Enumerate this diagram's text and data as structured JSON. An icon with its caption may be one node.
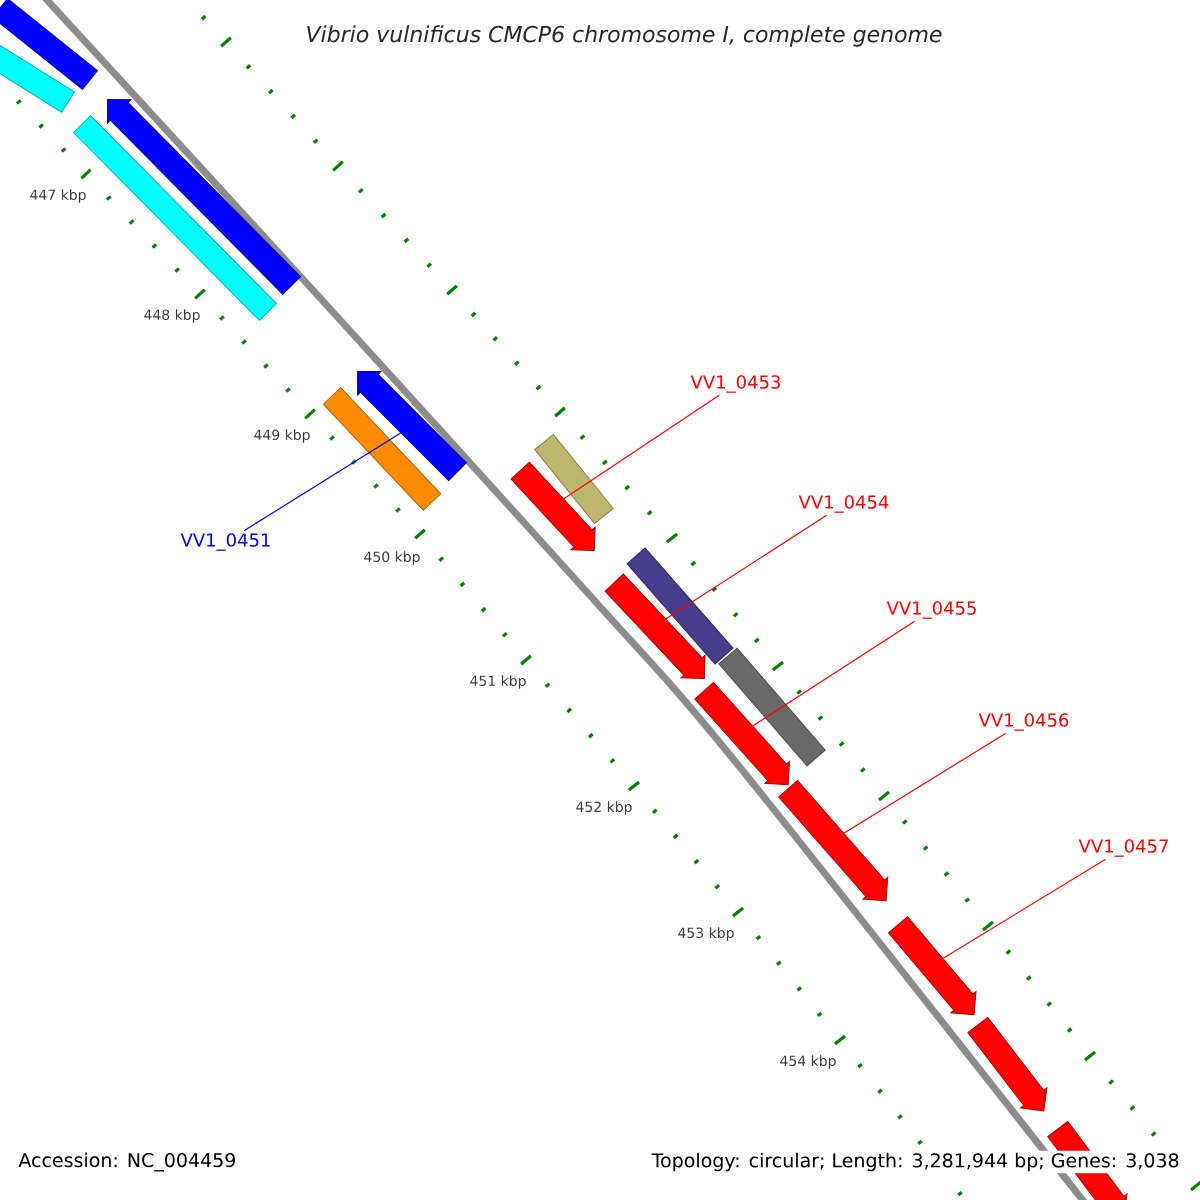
{
  "diagram": {
    "title": "Vibrio vulnificus CMCP6 chromosome I, complete genome",
    "nodes": [
      {
        "text": [],
        "shape": "bar"
      },
      {
        "text": [],
        "shape": "bar"
      },
      {
        "text": [],
        "shape": "arrow"
      },
      {
        "text": [],
        "shape": "bar"
      },
      {
        "text": [],
        "shape": "arrow"
      },
      {
        "text": [],
        "shape": "bar"
      },
      {
        "text": [],
        "shape": "bar"
      },
      {
        "text": [],
        "shape": "arrow"
      },
      {
        "text": [],
        "shape": "bar"
      },
      {
        "text": [],
        "shape": "arrow"
      },
      {
        "text": [],
        "shape": "bar"
      },
      {
        "text": [],
        "shape": "arrow"
      },
      {
        "text": [],
        "shape": "arrow"
      },
      {
        "text": [],
        "shape": "arrow"
      },
      {
        "text": [],
        "shape": "arrow"
      },
      {
        "text": [],
        "shape": "arrow"
      },
      {
        "text": [
          "VV1_0451"
        ]
      },
      {
        "text": [
          "VV1_0453"
        ]
      },
      {
        "text": [
          "VV1_0454"
        ]
      },
      {
        "text": [
          "VV1_0455"
        ]
      },
      {
        "text": [
          "VV1_0456"
        ]
      },
      {
        "text": [
          "VV1_0457"
        ]
      }
    ],
    "edges": [
      {
        "from": 16,
        "to": 4,
        "arrow": "none",
        "color": "#0000ff"
      },
      {
        "from": 17,
        "to": 7,
        "arrow": "none"
      },
      {
        "from": 18,
        "to": 9,
        "arrow": "none"
      },
      {
        "from": 19,
        "to": 11,
        "arrow": "none"
      },
      {
        "from": 20,
        "to": 12,
        "arrow": "none"
      },
      {
        "from": 21,
        "to": 13,
        "arrow": "none"
      }
    ],
    "labels": [
      "447 kbp",
      "448 kbp",
      "449 kbp",
      "450 kbp",
      "451 kbp",
      "452 kbp",
      "453 kbp",
      "454 kbp",
      "Accession: NC_004459",
      "Topology: circular; Length: 3,281,944 bp; Genes: 3,038"
    ]
  }
}
